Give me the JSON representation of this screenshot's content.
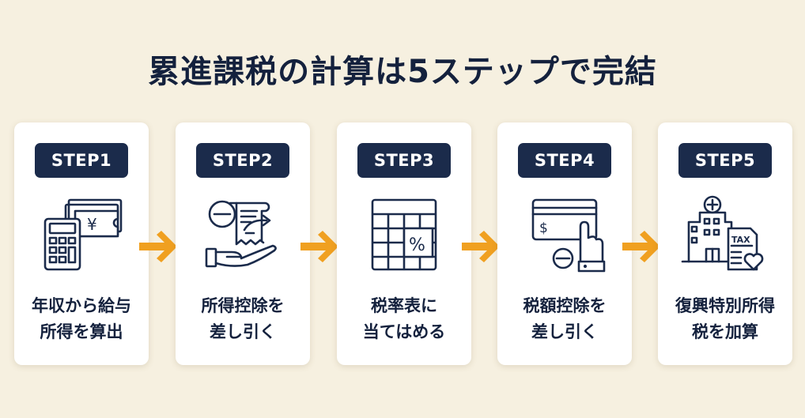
{
  "title": "累進課税の計算は5ステップで完結",
  "colors": {
    "background": "#f6f0e0",
    "card": "#ffffff",
    "badge": "#1b2b4b",
    "text": "#14213d",
    "arrow": "#f0a020"
  },
  "steps": [
    {
      "badge": "STEP1",
      "icon": "calculator-yen-bills-icon",
      "line1": "年収から給与",
      "line2": "所得を算出"
    },
    {
      "badge": "STEP2",
      "icon": "deduction-receipt-hand-icon",
      "line1": "所得控除を",
      "line2": "差し引く"
    },
    {
      "badge": "STEP3",
      "icon": "tax-rate-table-icon",
      "line1": "税率表に",
      "line2": "当てはめる"
    },
    {
      "badge": "STEP4",
      "icon": "card-minus-hand-icon",
      "line1": "税額控除を",
      "line2": "差し引く"
    },
    {
      "badge": "STEP5",
      "icon": "building-tax-document-icon",
      "line1": "復興特別所得",
      "line2": "税を加算"
    }
  ],
  "arrows": [
    "arrow-right-icon",
    "arrow-right-icon",
    "arrow-right-icon",
    "arrow-right-icon"
  ]
}
